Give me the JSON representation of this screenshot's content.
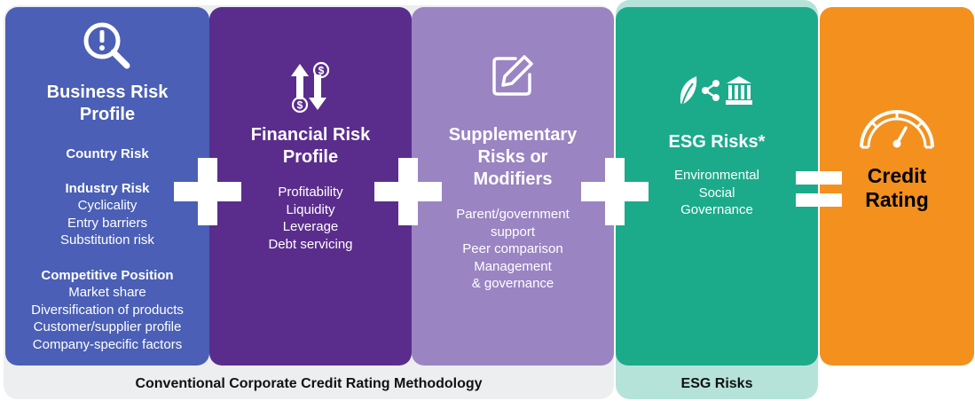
{
  "cards": {
    "business": {
      "title_1": "Business Risk",
      "title_2": "Profile",
      "country": "Country Risk",
      "industry": "Industry Risk",
      "industry_items": [
        "Cyclicality",
        "Entry barriers",
        "Substitution risk"
      ],
      "competitive": "Competitive Position",
      "competitive_items": [
        "Market share",
        "Diversification of products",
        "Customer/supplier profile",
        "Company-specific factors"
      ],
      "icon": "magnifier-exclamation-icon"
    },
    "financial": {
      "title_1": "Financial Risk",
      "title_2": "Profile",
      "items": [
        "Profitability",
        "Liquidity",
        "Leverage",
        "Debt servicing"
      ],
      "icon": "dollar-arrows-icon"
    },
    "supplementary": {
      "title_1": "Supplementary",
      "title_2": "Risks or",
      "title_3": "Modifiers",
      "items": [
        "Parent/government",
        "support",
        "Peer comparison",
        "Management",
        "& governance"
      ],
      "icon": "edit-icon"
    },
    "esg": {
      "title": "ESG Risks*",
      "items": [
        "Environmental",
        "Social",
        "Governance"
      ],
      "icon": "leaf-share-bank-icon"
    },
    "credit": {
      "title_1": "Credit",
      "title_2": "Rating",
      "icon": "gauge-icon"
    }
  },
  "bands": {
    "conventional": "Conventional Corporate Credit Rating Methodology",
    "esg": "ESG Risks"
  },
  "colors": {
    "business": "#4a5fb5",
    "financial": "#5a2d8c",
    "supplementary": "#9a84c2",
    "esg": "#1bab8a",
    "credit": "#f4901e"
  }
}
